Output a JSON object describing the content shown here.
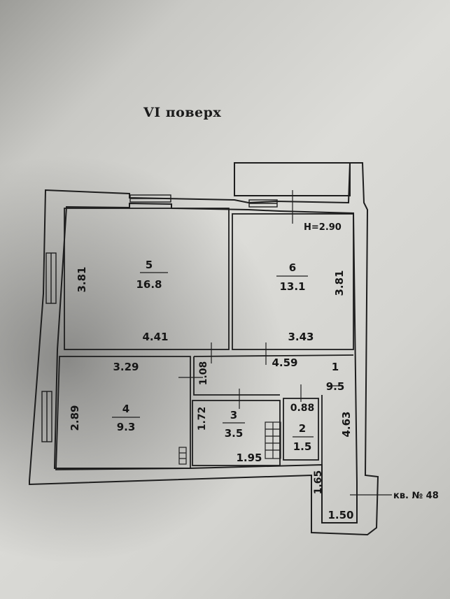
{
  "floor_title": "VI поверх",
  "ceiling_height": "H=2.90",
  "apartment_label": "кв. № 48",
  "rooms": [
    {
      "number": "5",
      "area": "16.8"
    },
    {
      "number": "6",
      "area": "13.1"
    },
    {
      "number": "4",
      "area": "9.3"
    },
    {
      "number": "3",
      "area": "3.5"
    },
    {
      "number": "2",
      "area": "1.5"
    },
    {
      "number": "1",
      "area": "9.5"
    }
  ],
  "dimensions": {
    "room5_height": "3.81",
    "room5_width": "4.41",
    "room6_height": "3.81",
    "room6_width": "3.43",
    "room4_width": "3.29",
    "room4_height": "2.89",
    "corridor_height": "1.08",
    "corridor_width": "4.59",
    "bath_height": "1.72",
    "bath_width": "1.95",
    "wc_width": "0.88",
    "hall_height": "4.63",
    "entry_height": "1.65",
    "entry_width": "1.50"
  },
  "colors": {
    "wall": "#1e1e1e",
    "paper": "#dcdcd8"
  }
}
